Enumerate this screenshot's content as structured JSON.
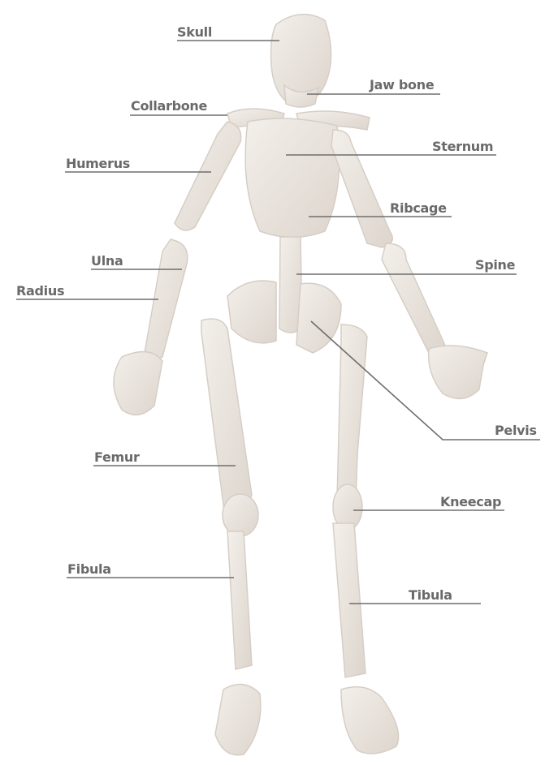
{
  "colors": {
    "clay": "#ede8e3",
    "clay_shade": "#d9d2cb",
    "label": "#6a6a6a",
    "leader_line": "#6e6e6e"
  },
  "labels": {
    "skull": "Skull",
    "jaw_bone": "Jaw bone",
    "collarbone": "Collarbone",
    "sternum": "Sternum",
    "humerus": "Humerus",
    "ribcage": "Ribcage",
    "ulna": "Ulna",
    "spine": "Spine",
    "radius": "Radius",
    "pelvis": "Pelvis",
    "femur": "Femur",
    "kneecap": "Kneecap",
    "fibula": "Fibula",
    "tibula": "Tibula"
  }
}
